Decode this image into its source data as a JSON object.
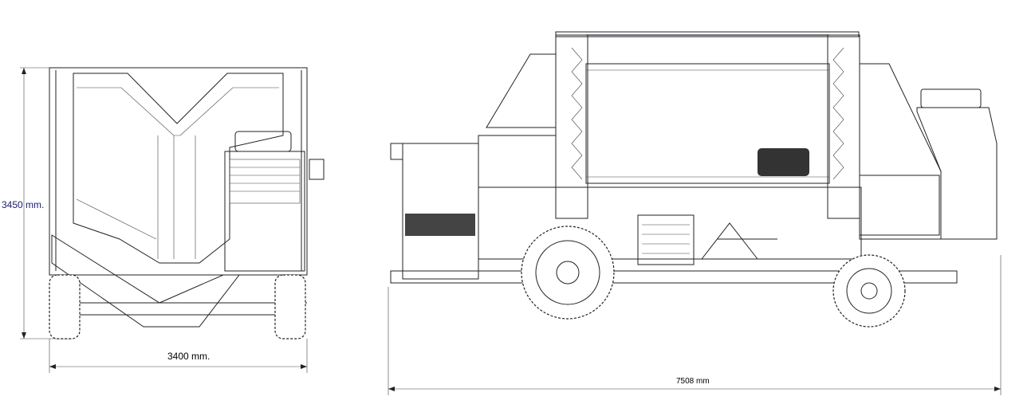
{
  "dimensions": {
    "front_height": "3450 mm.",
    "front_width": "3400 mm.",
    "side_length": "7508 mm"
  },
  "colors": {
    "height_label": "#1a1a6e",
    "line": "#222222"
  }
}
